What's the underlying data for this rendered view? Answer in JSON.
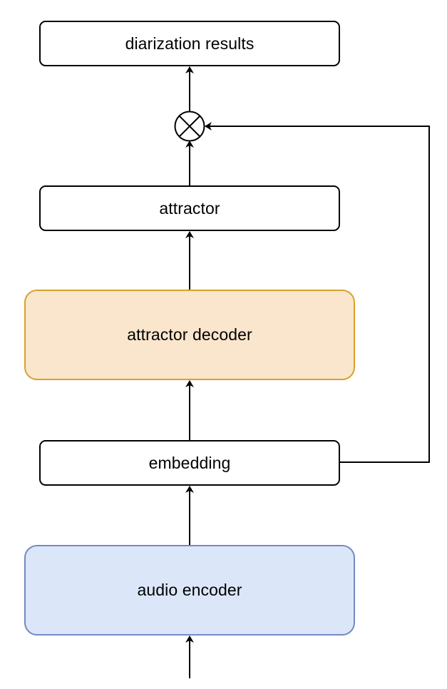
{
  "diagram": {
    "nodes": {
      "diarization_results": {
        "label": "diarization results",
        "fill": "#ffffff",
        "stroke": "#000000"
      },
      "attractor": {
        "label": "attractor",
        "fill": "#ffffff",
        "stroke": "#000000"
      },
      "attractor_decoder": {
        "label": "attractor decoder",
        "fill": "#fae6cd",
        "stroke": "#d7a12a"
      },
      "embedding": {
        "label": "embedding",
        "fill": "#ffffff",
        "stroke": "#000000"
      },
      "audio_encoder": {
        "label": "audio encoder",
        "fill": "#dbe7f9",
        "stroke": "#7489c0"
      },
      "multiply_op": {
        "symbol": "⊗"
      }
    },
    "edges": [
      {
        "from": "input",
        "to": "audio_encoder"
      },
      {
        "from": "audio_encoder",
        "to": "embedding"
      },
      {
        "from": "embedding",
        "to": "attractor_decoder"
      },
      {
        "from": "attractor_decoder",
        "to": "attractor"
      },
      {
        "from": "attractor",
        "to": "multiply_op"
      },
      {
        "from": "embedding",
        "to": "multiply_op"
      },
      {
        "from": "multiply_op",
        "to": "diarization_results"
      }
    ]
  }
}
